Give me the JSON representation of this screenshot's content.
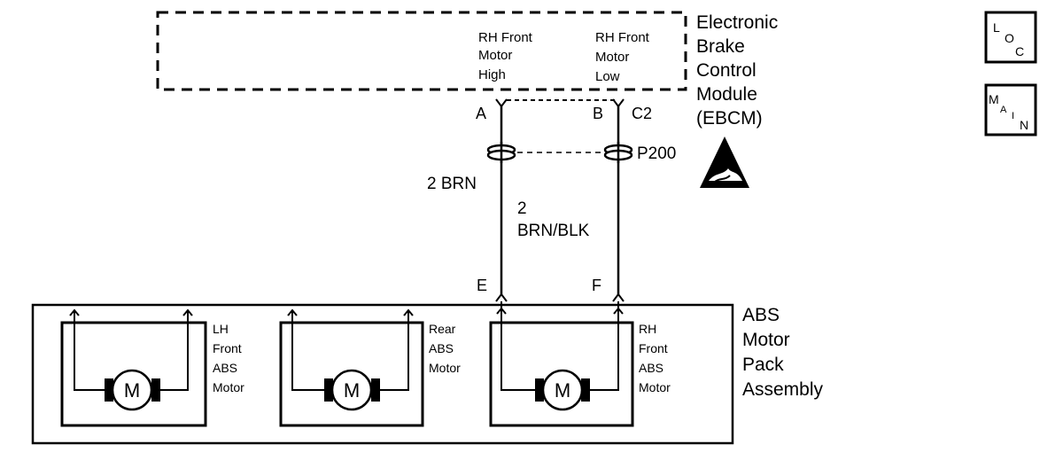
{
  "ebcm": {
    "name_lines": [
      "Electronic",
      "Brake",
      "Control",
      "Module",
      "(EBCM)"
    ],
    "pin_a": {
      "pin": "A",
      "label_lines": [
        "RH Front",
        "Motor",
        "High"
      ]
    },
    "pin_b": {
      "pin": "B",
      "label_lines": [
        "RH Front",
        "Motor",
        "Low"
      ]
    },
    "connector": "C2"
  },
  "inline_connector": "P200",
  "wire_a": {
    "gauge": "2",
    "color": "BRN",
    "label": "2 BRN"
  },
  "wire_b": {
    "gauge": "2",
    "color": "BRN/BLK"
  },
  "motor_pack": {
    "name_lines": [
      "ABS",
      "Motor",
      "Pack",
      "Assembly"
    ],
    "pin_e": "E",
    "pin_f": "F",
    "motor_symbol": "M",
    "motors": [
      {
        "label_lines": [
          "LH",
          "Front",
          "ABS",
          "Motor"
        ]
      },
      {
        "label_lines": [
          "Rear",
          "ABS",
          "Motor"
        ]
      },
      {
        "label_lines": [
          "RH",
          "Front",
          "ABS",
          "Motor"
        ]
      }
    ]
  },
  "nav_buttons": {
    "loc": [
      "L",
      "O",
      "C"
    ],
    "main": [
      "M",
      "A",
      "I",
      "N"
    ]
  },
  "icons": {
    "esd": "esd-warning-icon"
  }
}
